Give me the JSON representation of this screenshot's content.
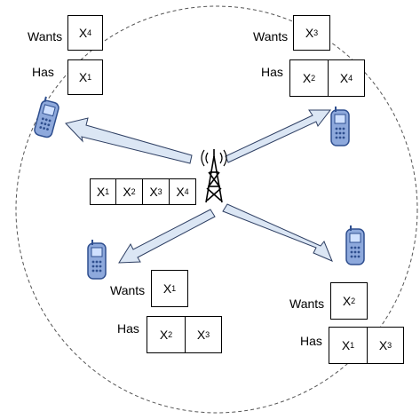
{
  "base_station": {
    "queue": [
      {
        "symbol": "X",
        "index": "1"
      },
      {
        "symbol": "X",
        "index": "2"
      },
      {
        "symbol": "X",
        "index": "3"
      },
      {
        "symbol": "X",
        "index": "4"
      }
    ]
  },
  "users": [
    {
      "wants_label": "Wants",
      "has_label": "Has",
      "wants": {
        "symbol": "X",
        "index": "4"
      },
      "has": [
        {
          "symbol": "X",
          "index": "1"
        }
      ]
    },
    {
      "wants_label": "Wants",
      "has_label": "Has",
      "wants": {
        "symbol": "X",
        "index": "3"
      },
      "has": [
        {
          "symbol": "X",
          "index": "2"
        },
        {
          "symbol": "X",
          "index": "4"
        }
      ]
    },
    {
      "wants_label": "Wants",
      "has_label": "Has",
      "wants": {
        "symbol": "X",
        "index": "1"
      },
      "has": [
        {
          "symbol": "X",
          "index": "2"
        },
        {
          "symbol": "X",
          "index": "3"
        }
      ]
    },
    {
      "wants_label": "Wants",
      "has_label": "Has",
      "wants": {
        "symbol": "X",
        "index": "2"
      },
      "has": [
        {
          "symbol": "X",
          "index": "1"
        },
        {
          "symbol": "X",
          "index": "3"
        }
      ]
    }
  ],
  "colors": {
    "arrow_fill": "#dbe6f4",
    "arrow_stroke": "#2e3f63",
    "phone_body": "#8ea9dc",
    "phone_dark": "#2f4f8f",
    "phone_screen": "#cfe0ff",
    "coverage_circle": "#555555"
  },
  "icons": [
    "cell-tower-icon",
    "mobile-phone-icon"
  ]
}
